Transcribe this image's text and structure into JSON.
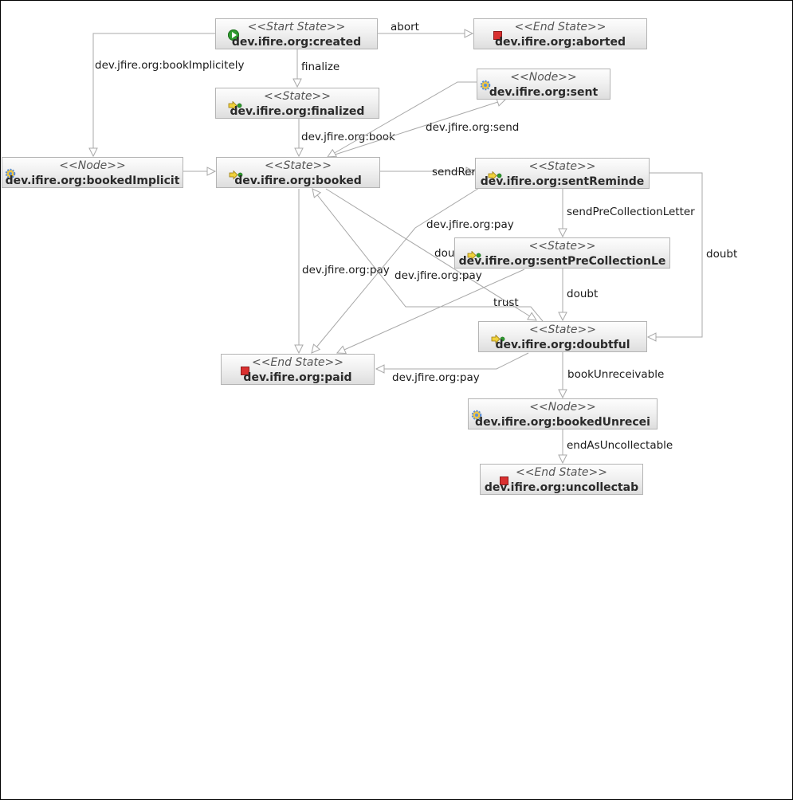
{
  "diagram": {
    "nodes": [
      {
        "id": "created",
        "type": "start",
        "stereotype": "<<Start State>>",
        "name": "dev.ifire.org:created"
      },
      {
        "id": "aborted",
        "type": "end",
        "stereotype": "<<End State>>",
        "name": "dev.ifire.org:aborted"
      },
      {
        "id": "finalized",
        "type": "state",
        "stereotype": "<<State>>",
        "name": "dev.ifire.org:finalized"
      },
      {
        "id": "sent",
        "type": "node",
        "stereotype": "<<Node>>",
        "name": "dev.ifire.org:sent"
      },
      {
        "id": "bookedImplicit",
        "type": "node",
        "stereotype": "<<Node>>",
        "name": "dev.ifire.org:bookedImplicit"
      },
      {
        "id": "booked",
        "type": "state",
        "stereotype": "<<State>>",
        "name": "dev.ifire.org:booked"
      },
      {
        "id": "sentReminder",
        "type": "state",
        "stereotype": "<<State>>",
        "name": "dev.ifire.org:sentReminde"
      },
      {
        "id": "sentPreCollection",
        "type": "state",
        "stereotype": "<<State>>",
        "name": "dev.ifire.org:sentPreCollectionLe"
      },
      {
        "id": "doubtful",
        "type": "state",
        "stereotype": "<<State>>",
        "name": "dev.ifire.org:doubtful"
      },
      {
        "id": "paid",
        "type": "end",
        "stereotype": "<<End State>>",
        "name": "dev.ifire.org:paid"
      },
      {
        "id": "bookedUnreceivable",
        "type": "node",
        "stereotype": "<<Node>>",
        "name": "dev.ifire.org:bookedUnrecei"
      },
      {
        "id": "uncollectable",
        "type": "end",
        "stereotype": "<<End State>>",
        "name": "dev.ifire.org:uncollectab"
      }
    ],
    "edges": [
      {
        "id": "abort",
        "label": "abort"
      },
      {
        "id": "finalize",
        "label": "finalize"
      },
      {
        "id": "bookImplicitely",
        "label": "dev.jfire.org:bookImplicitely"
      },
      {
        "id": "book",
        "label": "dev.jfire.org:book"
      },
      {
        "id": "send",
        "label": "dev.jfire.org:send"
      },
      {
        "id": "implicitToBooked",
        "label": ""
      },
      {
        "id": "sendReminder",
        "label": "sendReminder"
      },
      {
        "id": "sendPreCollectionLetter",
        "label": "sendPreCollectionLetter"
      },
      {
        "id": "doubtFromReminder",
        "label": "doubt"
      },
      {
        "id": "doubtFromPreCollection",
        "label": "doubt"
      },
      {
        "id": "doubtFromBooked",
        "label": "doubt"
      },
      {
        "id": "trust",
        "label": "trust"
      },
      {
        "id": "payFromBooked",
        "label": "dev.jfire.org:pay"
      },
      {
        "id": "payFromReminder",
        "label": "dev.jfire.org:pay"
      },
      {
        "id": "payFromPreCollection",
        "label": "dev.jfire.org:pay"
      },
      {
        "id": "payFromDoubtful",
        "label": "dev.jfire.org:pay"
      },
      {
        "id": "bookUnreceivable",
        "label": "bookUnreceivable"
      },
      {
        "id": "endAsUncollectable",
        "label": "endAsUncollectable"
      }
    ]
  },
  "colors": {
    "edge_line": "#a8a8a8",
    "start_icon": "#2f9a2f",
    "end_icon": "#d93030",
    "state_arrow": "#f0d23c",
    "node_gear": "#5b8fd8"
  }
}
